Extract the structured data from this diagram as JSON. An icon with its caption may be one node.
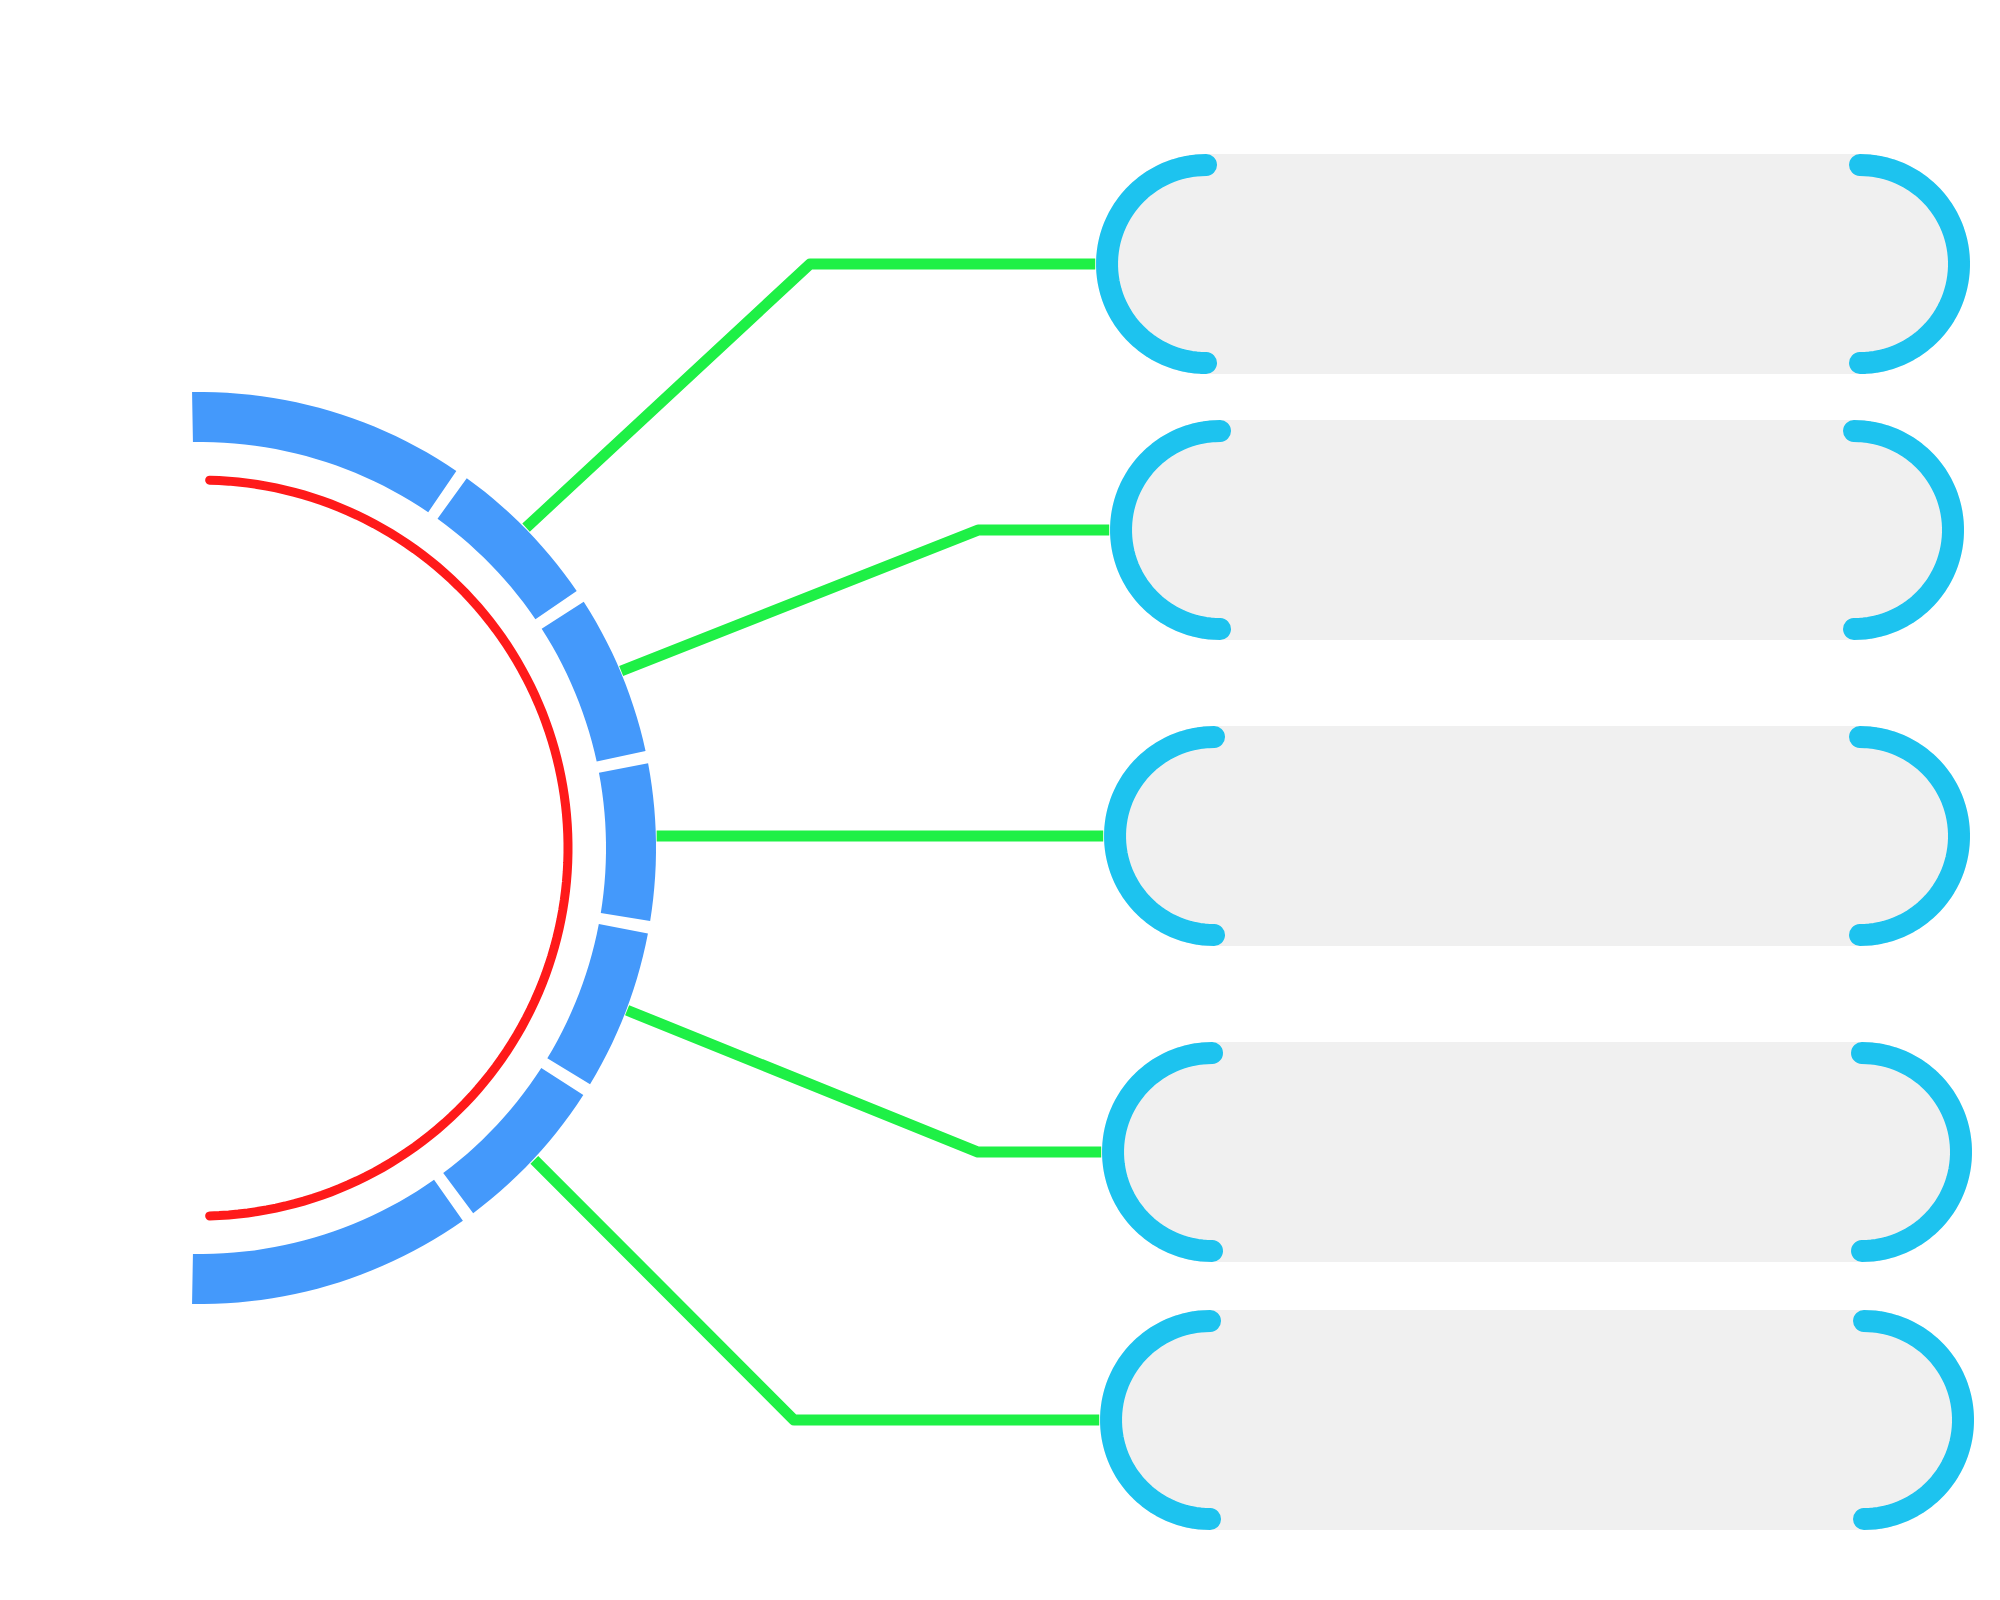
{
  "diagram": {
    "nodes": [
      {
        "text": [],
        "shape": "arc"
      },
      {
        "text": [],
        "shape": "arc"
      },
      {
        "text": [],
        "shape": "arc"
      },
      {
        "text": [],
        "shape": "arc"
      },
      {
        "text": [],
        "shape": "arc"
      },
      {
        "text": [],
        "shape": "arc"
      },
      {
        "text": [],
        "shape": "arc"
      },
      {
        "text": [],
        "shape": "box"
      },
      {
        "text": [],
        "shape": "box"
      },
      {
        "text": [],
        "shape": "box"
      },
      {
        "text": [],
        "shape": "box"
      },
      {
        "text": [],
        "shape": "box"
      }
    ],
    "edges": [
      {
        "from": 1,
        "to": 7,
        "arrow": "none"
      },
      {
        "from": 2,
        "to": 8,
        "arrow": "none"
      },
      {
        "from": 3,
        "to": 9,
        "arrow": "none"
      },
      {
        "from": 4,
        "to": 10,
        "arrow": "none"
      },
      {
        "from": 5,
        "to": 11,
        "arrow": "none"
      }
    ]
  }
}
